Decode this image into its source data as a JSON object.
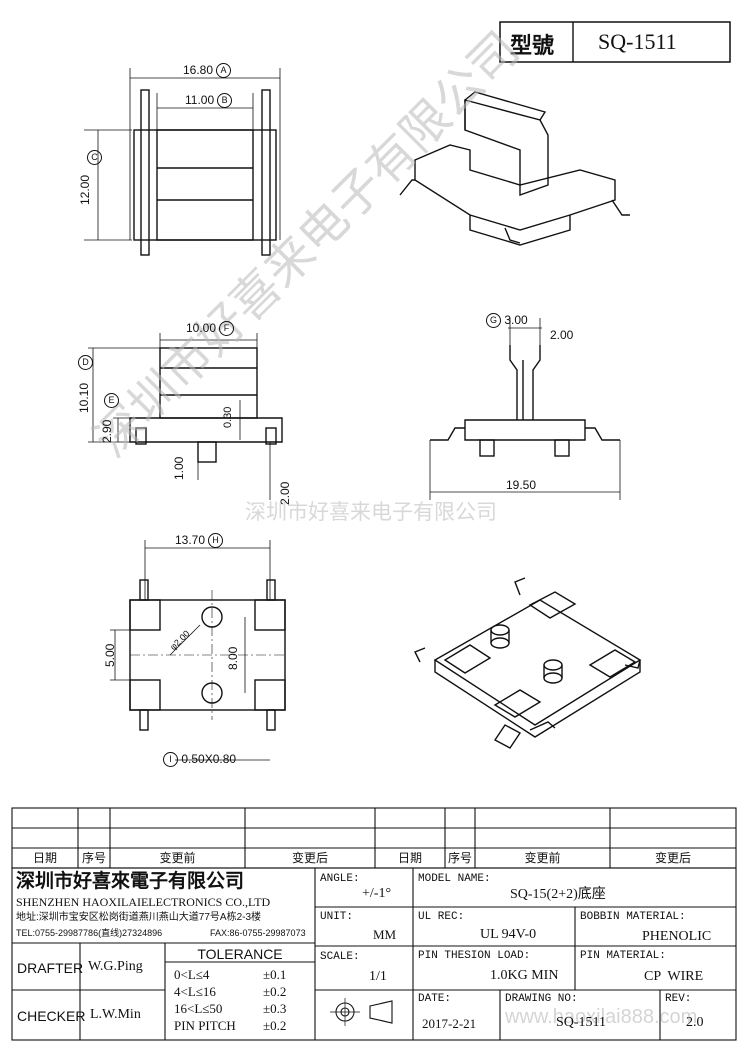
{
  "header": {
    "model_label": "型號",
    "model_value": "SQ-1511"
  },
  "watermark": {
    "diagonal": "深圳市好喜来电子有限公司",
    "center": "深圳市好喜来电子有限公司",
    "url": "www.haoxilai888.com"
  },
  "dimensions": {
    "a": "16.80",
    "b": "11.00",
    "c": "12.00",
    "f": "10.00",
    "d": "10.10",
    "e": "2.90",
    "h_030": "0.30",
    "h_100": "1.00",
    "h_200": "2.00",
    "g": "3.00",
    "g2": "2.00",
    "w": "19.50",
    "h": "13.70",
    "v500": "5.00",
    "v800": "8.00",
    "dia": "φ2.00",
    "i": "0.50X0.80"
  },
  "markers": {
    "A": "A",
    "B": "B",
    "C": "C",
    "D": "D",
    "E": "E",
    "F": "F",
    "G": "G",
    "H": "H",
    "I": "I"
  },
  "revision_table": {
    "date": "日期",
    "no": "序号",
    "before": "变更前",
    "after": "变更后"
  },
  "company": {
    "name_cn": "深圳市好喜來電子有限公司",
    "name_en": "SHENZHEN HAOXILAIELECTRONICS CO.,LTD",
    "address": "地址:深圳市宝安区松岗街道燕川燕山大道77号A栋2-3楼",
    "tel": "TEL:0755-29987786(直线)27324896",
    "fax": "FAX:86-0755-29987073"
  },
  "title_block": {
    "drafter_label": "DRAFTER",
    "drafter": "W.G.Ping",
    "checker_label": "CHECKER",
    "checker": "L.W.Min",
    "tolerance_label": "TOLERANCE",
    "tolerances": [
      {
        "range": "0<L≤4",
        "tol": "±0.1"
      },
      {
        "range": "4<L≤16",
        "tol": "±0.2"
      },
      {
        "range": "16<L≤50",
        "tol": "±0.3"
      },
      {
        "range": "PIN PITCH",
        "tol": "±0.2"
      }
    ],
    "angle_label": "ANGLE:",
    "angle": "+/-1°",
    "unit_label": "UNIT:",
    "unit": "MM",
    "scale_label": "SCALE:",
    "scale": "1/1",
    "model_name_label": "MODEL NAME:",
    "model_name": "SQ-15(2+2)底座",
    "ul_rec_label": "UL REC:",
    "ul_rec": "UL 94V-0",
    "bobbin_material_label": "BOBBIN MATERIAL:",
    "bobbin_material": "PHENOLIC",
    "pin_tension_label": "PIN THESION LOAD:",
    "pin_tension": "1.0KG MIN",
    "pin_material_label": "PIN MATERIAL:",
    "pin_material": "CP  WIRE",
    "date_label": "DATE:",
    "date": "2017-2-21",
    "drawing_no_label": "DRAWING NO:",
    "drawing_no": "SQ-1511",
    "rev_label": "REV:",
    "rev": "2.0"
  }
}
